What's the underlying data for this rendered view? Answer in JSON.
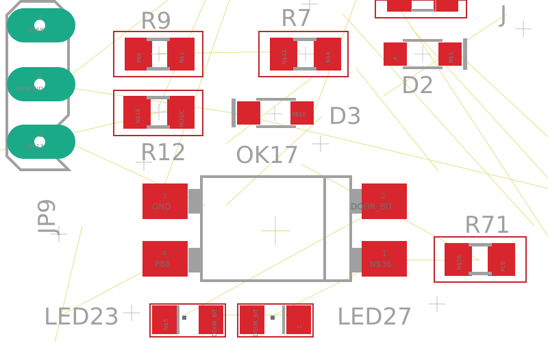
{
  "colors": {
    "background": "#ffffff",
    "pad": "#d9252d",
    "silkscreen": "#a0a0a0",
    "outline": "#c0272d",
    "airwire": "#e5e59a",
    "via": "#1aaa88"
  },
  "components": {
    "r9": {
      "name": "R9",
      "pad1": "PB8",
      "pad2": "N$1"
    },
    "r7": {
      "name": "R7",
      "pad1": "N$43",
      "pad2": "N$4"
    },
    "r12": {
      "name": "R12",
      "pad1": "N$18",
      "pad2": "MUSIC"
    },
    "r71": {
      "name": "R71",
      "pad1": "N$56",
      "pad2": "PC0"
    },
    "d2": {
      "name": "D2",
      "pad1": "A",
      "pad2": "N$1"
    },
    "d3": {
      "name": "D3",
      "pad2": "PB10"
    },
    "ok17": {
      "name": "OK17",
      "pads": [
        {
          "num": "3",
          "signal": "GND"
        },
        {
          "num": "2",
          "signal": "DOOR_BIT"
        },
        {
          "num": "4",
          "signal": "PB8"
        },
        {
          "num": "1",
          "signal": "N$36"
        }
      ]
    },
    "jp9": {
      "name": "JP9",
      "pins": [
        {
          "num": "3",
          "signal": "N$68"
        },
        {
          "num": "2",
          "signal": "PWRGND"
        },
        {
          "num": "1",
          "signal": "N$13"
        }
      ]
    },
    "led23": {
      "name": "LED23",
      "pad1": "N$5",
      "pad2": "DOOR_BIT"
    },
    "led27": {
      "name": "LED27",
      "pad1": "DOOR_BIT",
      "pad2": "C"
    },
    "partial_j": {
      "name": "J"
    }
  }
}
